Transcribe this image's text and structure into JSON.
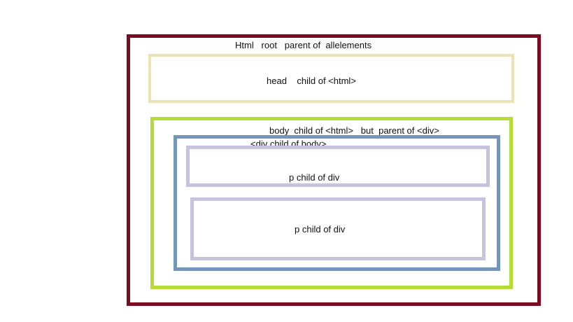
{
  "diagram": {
    "html_label": "Html   root   parent of  allelements",
    "head_label": "head    child of <html>",
    "body_label": "body  child of <html>   but  parent of <div>",
    "div_label": "<div child of body>",
    "p1_label": "p child of div",
    "p2_label": "p child of div"
  },
  "colors": {
    "html_border": "#7b0c1f",
    "head_border": "#ebe3b5",
    "body_border": "#b5dc32",
    "div_border": "#7596b8",
    "p_border": "#c7c3df"
  }
}
